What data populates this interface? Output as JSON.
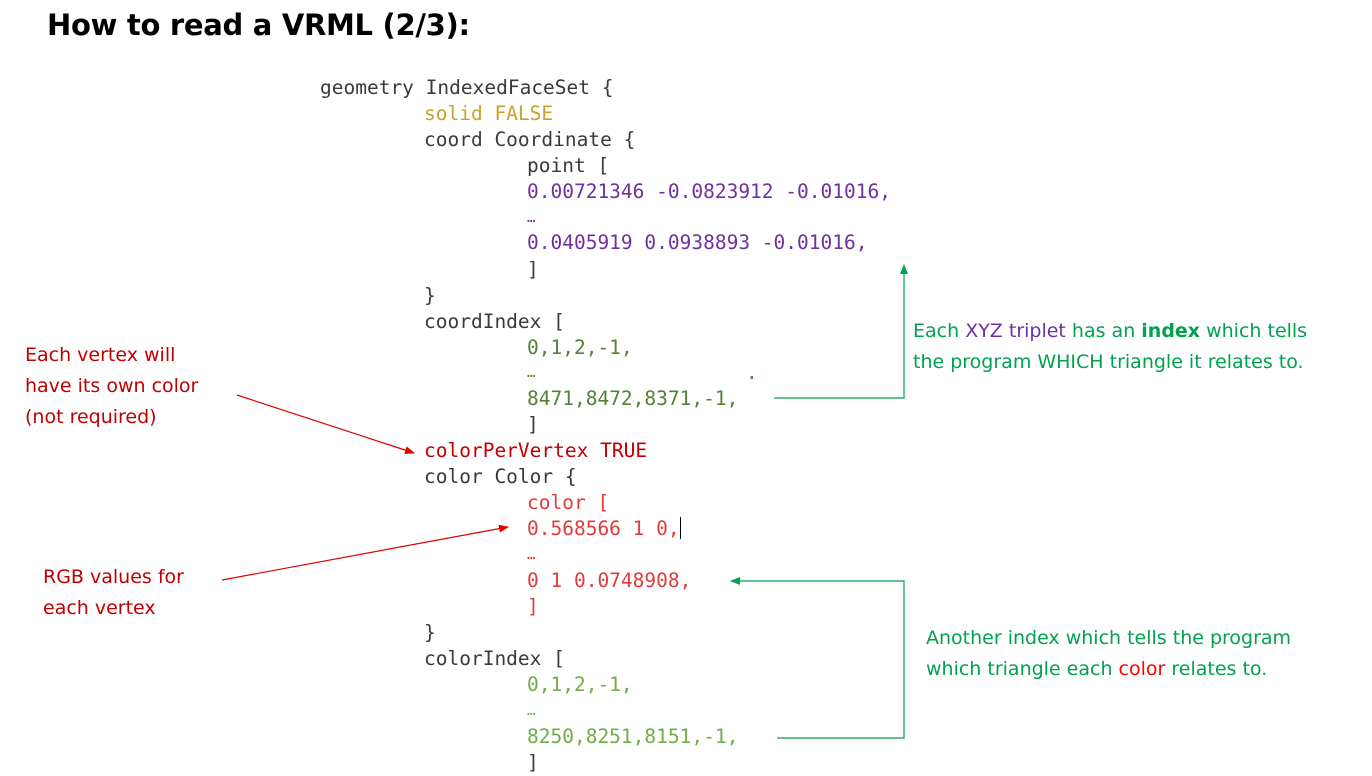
{
  "title": "How to read a VRML (2/3):",
  "code": {
    "geometry": "geometry IndexedFaceSet {",
    "solid": "solid FALSE",
    "coord": "coord Coordinate {",
    "point_open": "point [",
    "point_first": "0.00721346 -0.0823912 -0.01016,",
    "point_ellipsis": "…",
    "point_last": "0.0405919 0.0938893 -0.01016,",
    "point_close": "]",
    "coord_close": "}",
    "coordIndex": "coordIndex [",
    "ci_first": "0,1,2,-1,",
    "ci_ellipsis": "…",
    "ci_dot": ".",
    "ci_last": "8471,8472,8371,-1,",
    "ci_close": "]",
    "colorPerVertex": "colorPerVertex TRUE",
    "color_node": "color Color {",
    "color_open": "color [",
    "color_first": "0.568566 1 0,",
    "color_ellipsis": "…",
    "color_last": "0 1 0.0748908,",
    "color_close": "]",
    "color_node_close": "}",
    "colorIndex": "colorIndex [",
    "cli_first": "0,1,2,-1,",
    "cli_ellipsis": "…",
    "cli_last": "8250,8251,8151,-1,",
    "cli_close": "]"
  },
  "notes": {
    "vertex_color": [
      "Each vertex will",
      "have its own color",
      "(not required)"
    ],
    "rgb": [
      "RGB values for",
      "each vertex"
    ],
    "index_note": {
      "line1_a": "Each ",
      "line1_xyz": "XYZ triplet",
      "line1_b": " has an ",
      "line1_index": "index",
      "line1_c": " which tells",
      "line2": "the program WHICH triangle it relates to."
    },
    "color_index_note": {
      "line1": "Another index which tells the program",
      "line2_a": "which triangle each ",
      "line2_color": "color",
      "line2_b": " relates to."
    }
  },
  "colors": {
    "code_default": "#3a3a3a",
    "solid": "#c9a227",
    "points": "#7030a0",
    "coord_index": "#538135",
    "color_per_vertex": "#c00000",
    "color_values": "#e03c3c",
    "color_index": "#70ad47",
    "note_red": "#c00000",
    "note_green": "#00a24f"
  }
}
